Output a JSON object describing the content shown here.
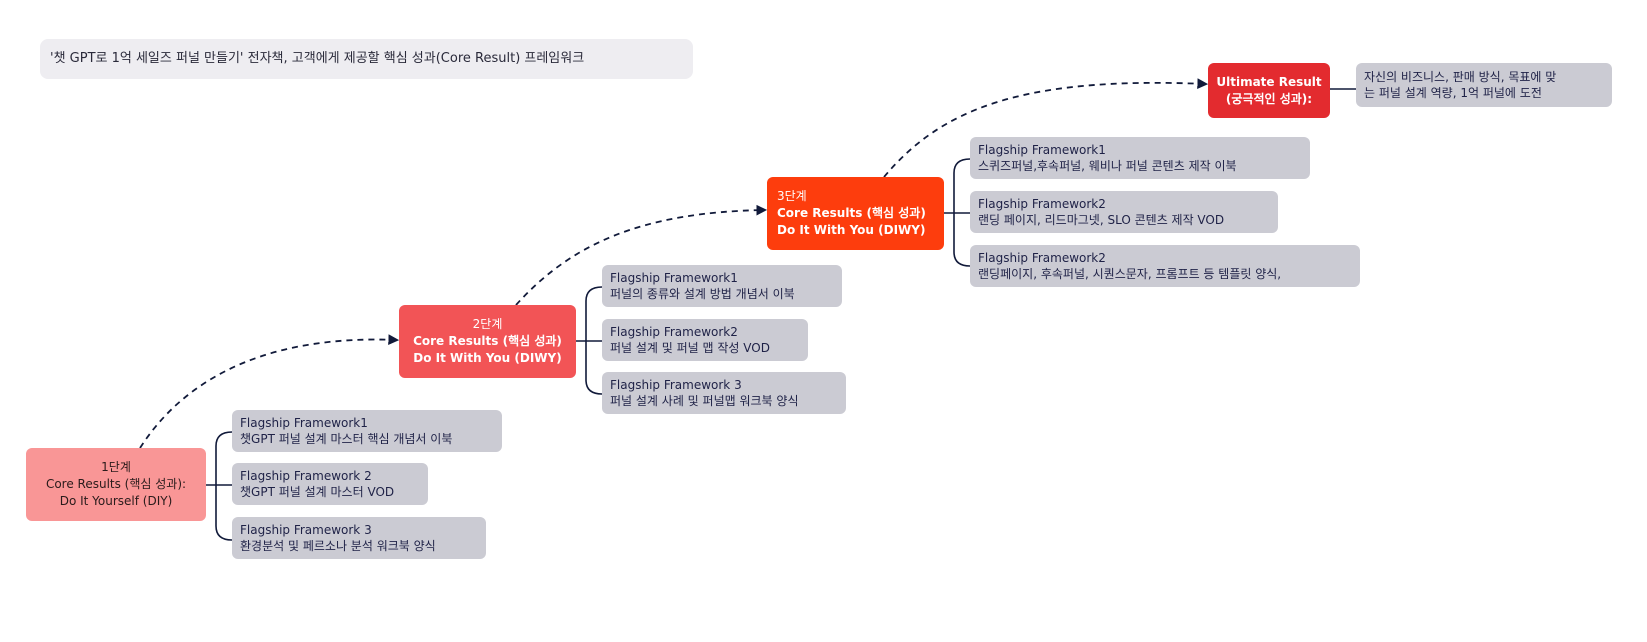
{
  "title": "'챗 GPT로 1억 세일즈 퍼널 만들기'  전자책,  고객에게 제공할 핵심 성과(Core Result) 프레임워크",
  "colors": {
    "stage1": "#f99696",
    "stage2": "#f25456",
    "stage3": "#fd3d0d",
    "ultimate": "#e32b2f",
    "leaf": "#cbcbd3",
    "connector": "#111a3a"
  },
  "stages": [
    {
      "line1": "1단계",
      "line2": "Core Results (핵심 성과):",
      "line3": "Do It Yourself (DIY)",
      "frameworks": [
        {
          "title": "Flagship Framework1",
          "desc": "챗GPT 퍼널 설계 마스터 핵심 개념서 이북"
        },
        {
          "title": "Flagship Framework 2",
          "desc": "챗GPT 퍼널 설계 마스터 VOD"
        },
        {
          "title": "Flagship Framework 3",
          "desc": "환경분석 및 페르소나 분석 워크북 양식"
        }
      ]
    },
    {
      "line1": "2단계",
      "line2": "Core Results (핵심 성과)",
      "line3": "Do It With You (DIWY)",
      "frameworks": [
        {
          "title": "Flagship Framework1",
          "desc": "퍼널의 종류와 설계 방법 개념서 이북"
        },
        {
          "title": "Flagship Framework2",
          "desc": "퍼널 설계 및 퍼널 맵 작성 VOD"
        },
        {
          "title": "Flagship Framework 3",
          "desc": "퍼널 설계 사례 및 퍼널맵 워크북 양식"
        }
      ]
    },
    {
      "line1": "3단계",
      "line2": "Core Results (핵심 성과)",
      "line3": "Do It With You (DIWY)",
      "frameworks": [
        {
          "title": "Flagship Framework1",
          "desc": "스퀴즈퍼널,후속퍼널, 웨비나 퍼널 콘텐츠 제작 이북"
        },
        {
          "title": "Flagship Framework2",
          "desc": "랜딩 페이지, 리드마그넷, SLO 콘텐츠 제작 VOD"
        },
        {
          "title": "Flagship Framework2",
          "desc": "랜딩페이지, 후속퍼널, 시퀀스문자, 프롬프트 등 템플릿 양식,"
        }
      ]
    }
  ],
  "ultimate": {
    "line1": "Ultimate Result",
    "line2": "(궁극적인 성과):",
    "desc1": "자신의 비즈니스, 판매 방식, 목표에 맞",
    "desc2": "는 퍼널 설계 역량, 1억 퍼널에 도전"
  }
}
